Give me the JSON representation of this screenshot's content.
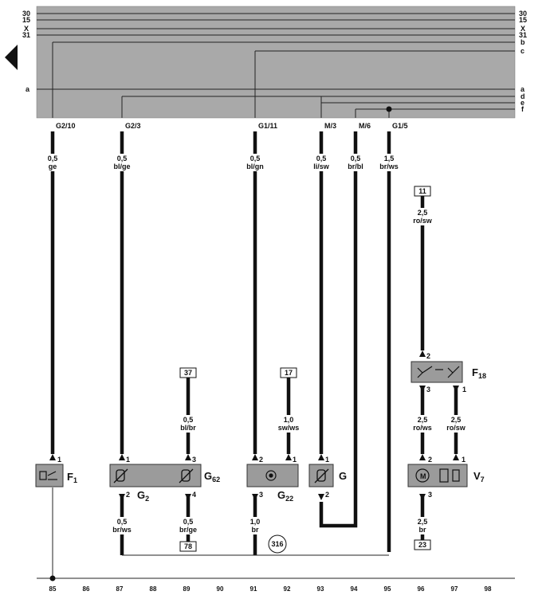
{
  "bus": {
    "lines": [
      {
        "left": "30",
        "right": "30"
      },
      {
        "left": "15",
        "right": "15"
      },
      {
        "left": "X",
        "right": "X"
      },
      {
        "left": "31",
        "right": "31"
      },
      {
        "left": "",
        "right": "b"
      },
      {
        "left": "",
        "right": "c"
      },
      {
        "left": "a",
        "right": "a"
      },
      {
        "left": "",
        "right": "d"
      },
      {
        "left": "",
        "right": "e"
      },
      {
        "left": "",
        "right": "f"
      }
    ]
  },
  "connectors": [
    "G2/10",
    "G2/3",
    "G1/11",
    "M/3",
    "M/6",
    "G1/5"
  ],
  "wires": {
    "w1": {
      "size": "0,5",
      "color": "ge"
    },
    "w2": {
      "size": "0,5",
      "color": "bl/ge"
    },
    "w3": {
      "size": "0,5",
      "color": "bl/gn"
    },
    "w4": {
      "size": "0,5",
      "color": "li/sw"
    },
    "w5": {
      "size": "0,5",
      "color": "br/bl"
    },
    "w6": {
      "size": "1,5",
      "color": "br/ws"
    },
    "w7": {
      "size": "2,5",
      "color": "ro/sw"
    },
    "w8": {
      "size": "0,5",
      "color": "bl/br"
    },
    "w9": {
      "size": "1,0",
      "color": "sw/ws"
    },
    "w10": {
      "size": "2,5",
      "color": "ro/ws"
    },
    "w11": {
      "size": "2,5",
      "color": "ro/sw"
    },
    "w12": {
      "size": "0,5",
      "color": "br/ws"
    },
    "w13": {
      "size": "0,5",
      "color": "br/ge"
    },
    "w14": {
      "size": "1,0",
      "color": "br"
    },
    "w15": {
      "size": "2,5",
      "color": "br"
    }
  },
  "terminals": [
    "11",
    "37",
    "17",
    "78",
    "23"
  ],
  "ground_point": "316",
  "components": {
    "F1": {
      "letter": "F",
      "sub": "1"
    },
    "G2": {
      "letter": "G",
      "sub": "2"
    },
    "G62": {
      "letter": "G",
      "sub": "62"
    },
    "G22": {
      "letter": "G",
      "sub": "22"
    },
    "G": {
      "letter": "G",
      "sub": ""
    },
    "F18": {
      "letter": "F",
      "sub": "18"
    },
    "V7": {
      "letter": "V",
      "sub": "7"
    }
  },
  "pins": {
    "f1_1": "1",
    "g2_1": "1",
    "g2_2": "2",
    "g62_3": "3",
    "g62_4": "4",
    "g22_2": "2",
    "g22_1": "1",
    "g22_3": "3",
    "g_1": "1",
    "g_2": "2",
    "f18_2": "2",
    "f18_3": "3",
    "f18_1": "1",
    "v7_2": "2",
    "v7_1": "1",
    "v7_3": "3"
  },
  "grid": [
    "85",
    "86",
    "87",
    "88",
    "89",
    "90",
    "91",
    "92",
    "93",
    "94",
    "95",
    "96",
    "97",
    "98"
  ]
}
